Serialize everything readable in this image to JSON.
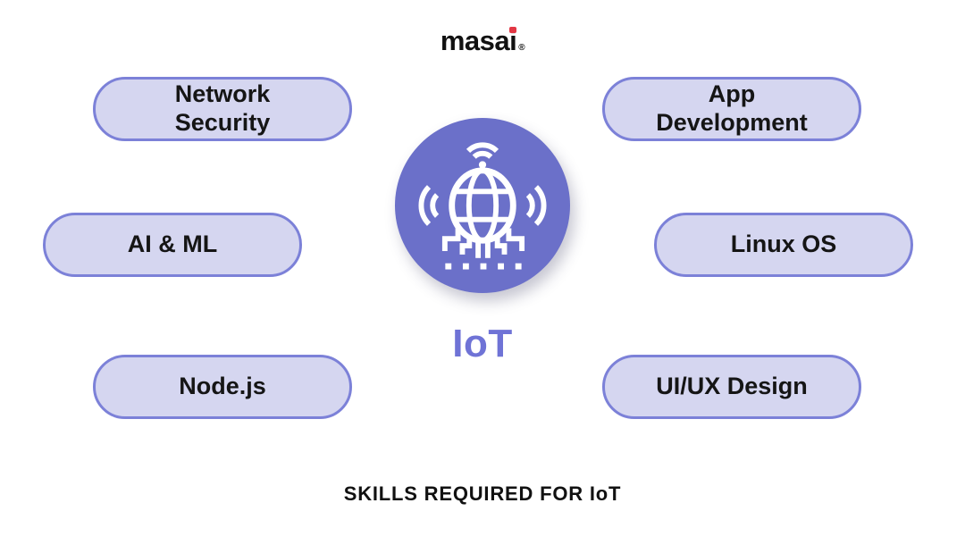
{
  "logo": {
    "brand": "masai",
    "prefix": "masa",
    "registered": "®",
    "text_color": "#111111",
    "i_dot_color": "#E23744"
  },
  "center": {
    "label": "IoT",
    "label_color": "#6F73D6",
    "circle_color": "#6B70C9",
    "icon": "iot-globe-wifi-circuit-icon",
    "icon_color": "#FFFFFF"
  },
  "skills": [
    {
      "label": "Network Security",
      "position": "top-left"
    },
    {
      "label": "App Development",
      "position": "top-right"
    },
    {
      "label": "AI & ML",
      "position": "middle-left"
    },
    {
      "label": "Linux OS",
      "position": "middle-right"
    },
    {
      "label": "Node.js",
      "position": "bottom-left"
    },
    {
      "label": "UI/UX Design",
      "position": "bottom-right"
    }
  ],
  "pill_style": {
    "fill": "#D5D6F0",
    "border": "#7C81D8",
    "text_color": "#151515"
  },
  "caption": {
    "text": "SKILLS REQUIRED FOR IoT",
    "color": "#111111"
  },
  "theme": {
    "bg": "#FFFFFF",
    "ink": "#111111",
    "brand-red": "#E23744",
    "circle": "#6B70C9",
    "iot": "#6F73D6",
    "pill-fill": "#D5D6F0",
    "pill-border": "#7C81D8"
  }
}
